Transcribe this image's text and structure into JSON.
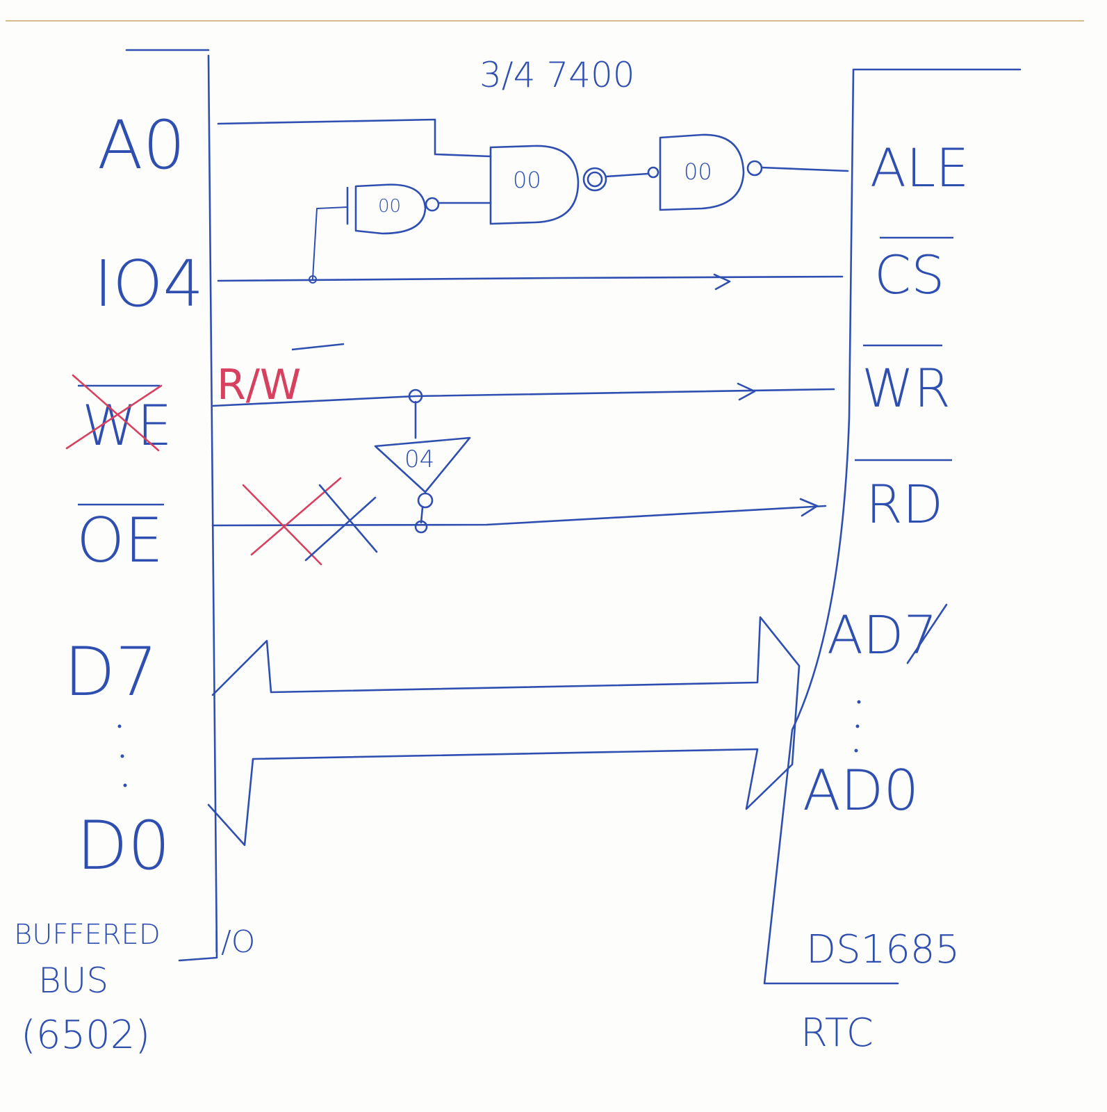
{
  "colors": {
    "ink": "#2f4fb0",
    "correction": "#d8405f",
    "paper": "#fdfdfc"
  },
  "header_note": "3/4 7400",
  "left_chip": {
    "pins": [
      "A0",
      "IO4",
      "WE",
      "OE",
      "D7",
      "D0"
    ],
    "label_line1": "BUFFERED",
    "label_io": "I/O",
    "label_line2": "BUS",
    "label_line3": "(6502)"
  },
  "right_chip": {
    "pins": [
      "ALE",
      "CS",
      "WR",
      "RD",
      "AD7",
      "AD0"
    ],
    "part_number": "DS1685",
    "function": "RTC"
  },
  "signal_note": "R/W",
  "gates": {
    "nand_type": "00",
    "inverter_type": "04"
  }
}
